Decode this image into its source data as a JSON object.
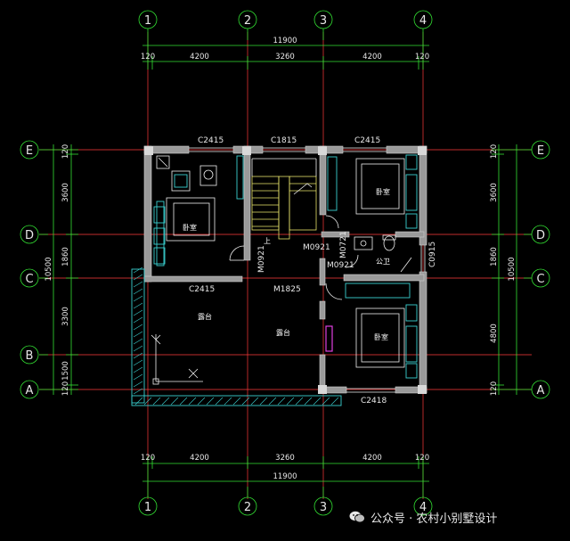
{
  "axes": {
    "columns": [
      "1",
      "2",
      "3",
      "4"
    ],
    "rows": [
      "E",
      "D",
      "C",
      "B",
      "A"
    ]
  },
  "dimensions": {
    "top_total": "11900",
    "top_segments": [
      "120",
      "4200",
      "3260",
      "4200",
      "120"
    ],
    "bottom_total": "11900",
    "bottom_segments": [
      "120",
      "4200",
      "3260",
      "4200",
      "120"
    ],
    "left_segments": [
      "120",
      "3600",
      "1860",
      "3300",
      "1500",
      "120"
    ],
    "left_total": "10500",
    "right_segments": [
      "120",
      "3600",
      "1860",
      "4800",
      "120"
    ],
    "right_total": "10500"
  },
  "openings": {
    "c2415_nw": "C2415",
    "c1815": "C1815",
    "c2415_ne": "C2415",
    "m0921_a": "M0921",
    "m0921_b": "M0921",
    "m0721": "M0721",
    "m0921_c": "M0921",
    "c0915": "C0915",
    "c2415_mid": "C2415",
    "m1825": "M1825",
    "c2418": "C2418"
  },
  "rooms": {
    "bedroom_nw": "卧室",
    "bedroom_ne": "卧室",
    "bedroom_se": "卧室",
    "bathroom": "公卫",
    "terrace_w": "露台",
    "terrace_c": "露台",
    "stair_up": "上"
  },
  "watermark": {
    "text": "公众号 · 农村小别墅设计",
    "icon": "wechat-icon"
  },
  "colors": {
    "background": "#000000",
    "axis_lines": "#33e033",
    "grid_lines": "#ff3a3a",
    "furniture": "#39d0d0",
    "stairs": "#e7e36b",
    "walls": "#9a9a9a"
  }
}
